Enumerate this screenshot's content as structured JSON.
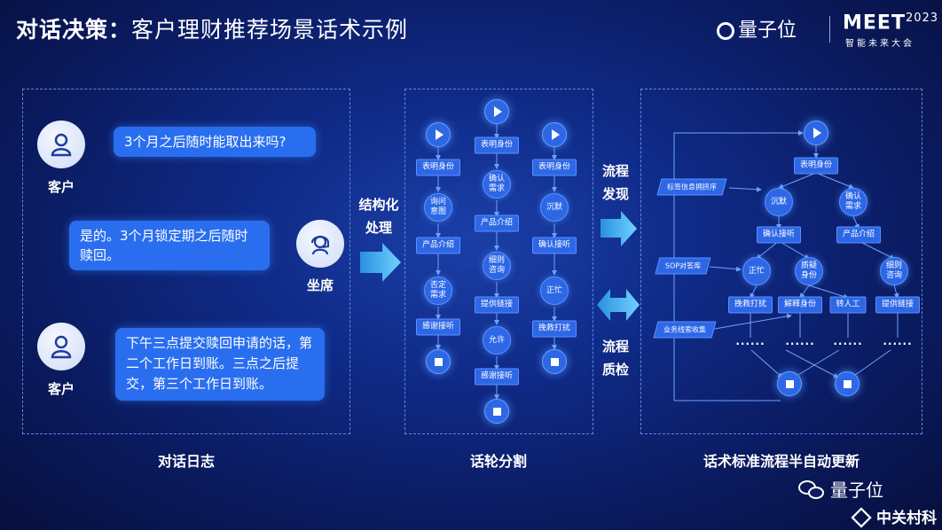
{
  "header": {
    "title_bold": "对话决策：",
    "title_rest": "客户理财推荐场景话术示例"
  },
  "logo": {
    "brand": "量子位",
    "meet": "MEET",
    "year": "2023",
    "meet_sub": "智能未来大会"
  },
  "dialog": {
    "speakers": {
      "customer1": "客户",
      "agent": "坐席",
      "customer2": "客户"
    },
    "bubble1": "3个月之后随时能取出来吗?",
    "bubble2": "是的。3个月锁定期之后随时赎回。",
    "bubble3": "下午三点提交赎回申请的话，第二个工作日到账。三点之后提交，第三个工作日到账。"
  },
  "arrows": {
    "structure": "结构化处理",
    "discover": "流程发现",
    "qc": "流程质检"
  },
  "turns": {
    "left": [
      "表明身份",
      "询问意图",
      "产品介绍",
      "否定需求",
      "感谢接听"
    ],
    "mid": [
      "表明身份",
      "确认需求",
      "产品介绍",
      "细则咨询",
      "提供链接",
      "允许",
      "感谢接听"
    ],
    "right": [
      "表明身份",
      "沉默",
      "确认接听",
      "正忙",
      "挽救打扰"
    ]
  },
  "flow": {
    "top": "表明身份",
    "l1": "沉默",
    "r1": "确认需求",
    "l2": "确认接听",
    "r2": "产品介绍",
    "b1": "正忙",
    "b2": "质疑身份",
    "b3": "细则咨询",
    "a1": "挽救打扰",
    "a2": "解释身份",
    "a3": "转人工",
    "a4": "提供链接",
    "side1": "标签信息拥挤序",
    "side2": "SOP对答库",
    "side3": "业务线索收集",
    "dots": "......"
  },
  "captions": {
    "c1": "对话日志",
    "c2": "话轮分割",
    "c3": "话术标准流程半自动更新"
  },
  "watermark": {
    "wechat": "量子位",
    "zgc": "中关村科"
  }
}
